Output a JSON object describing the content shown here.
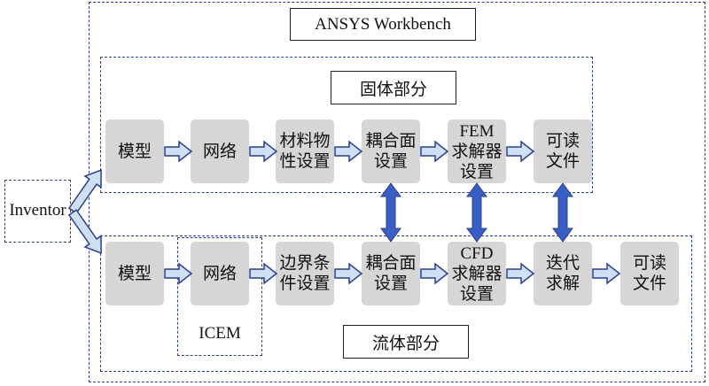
{
  "title": "ANSYS Workbench",
  "source": "Inventor",
  "solid": {
    "label": "固体部分",
    "nodes": [
      "模型",
      "网络",
      "材料物\n性设置",
      "耦合面\n设置",
      "FEM\n求解器\n设置",
      "可读\n文件"
    ]
  },
  "fluid": {
    "label": "流体部分",
    "mesher": "ICEM",
    "nodes": [
      "模型",
      "网络",
      "边界条\n件设置",
      "耦合面\n设置",
      "CFD\n求解器\n设置",
      "迭代\n求解",
      "可读\n文件"
    ]
  },
  "colors": {
    "dash": "#2c3f8f",
    "arrow_fill": "#cfe0f2",
    "arrow_stroke": "#2c3f8f",
    "coupling_arrow": "#3a5fc4",
    "node_fill": "#d6d6d6"
  }
}
